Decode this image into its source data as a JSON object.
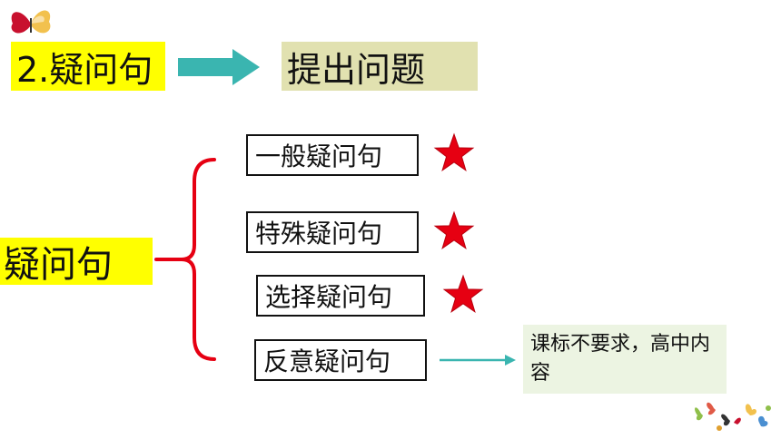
{
  "header": {
    "section_label": "2.疑问句",
    "target_label": "提出问题"
  },
  "root": {
    "label": "疑问句"
  },
  "types": [
    {
      "label": "一般疑问句",
      "starred": true
    },
    {
      "label": "特殊疑问句",
      "starred": true
    },
    {
      "label": "选择疑问句",
      "starred": true
    },
    {
      "label": "反意疑问句",
      "starred": false
    }
  ],
  "note": {
    "text": "课标不要求，高中内容"
  },
  "colors": {
    "highlight_yellow": "#ffff00",
    "highlight_olive": "#e1e1b0",
    "arrow_teal": "#3ab5b0",
    "brace_red": "#e60012",
    "star_red": "#e60012",
    "note_bg": "#ecf4e2"
  },
  "icons": [
    "butterfly-icon",
    "butterfly-decoration-icon",
    "star-icon"
  ]
}
